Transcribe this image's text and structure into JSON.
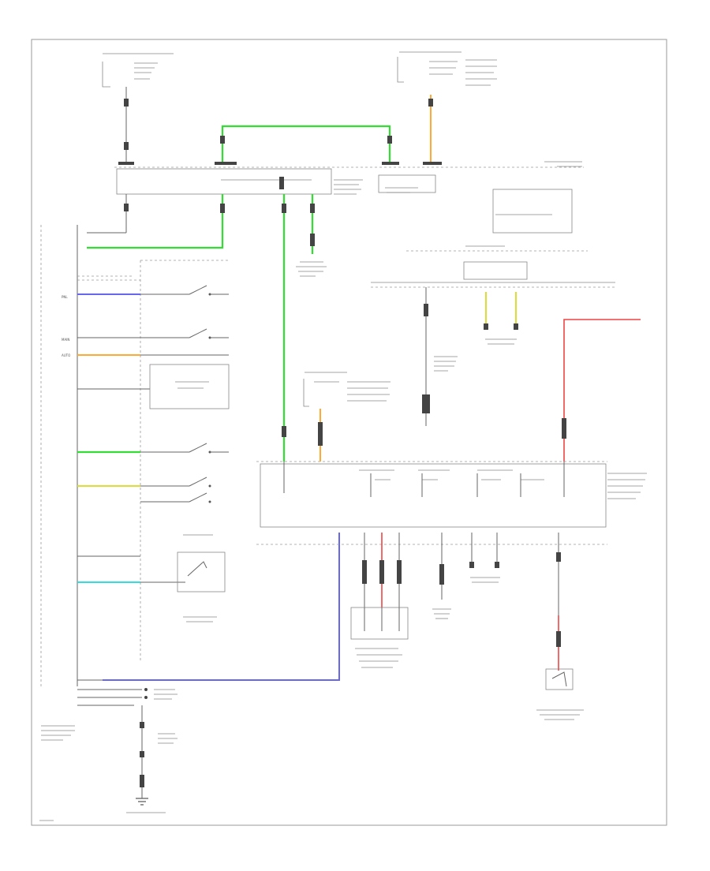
{
  "diagram": {
    "colors": {
      "green": "#33dd33",
      "blue": "#6666ee",
      "red": "#ee4444",
      "orange": "#ffaa33",
      "yellow": "#dddd33",
      "cyan": "#33dddd"
    },
    "labels": {
      "left_tags": [
        "PNL",
        "MAIN",
        "AUTO"
      ]
    }
  }
}
